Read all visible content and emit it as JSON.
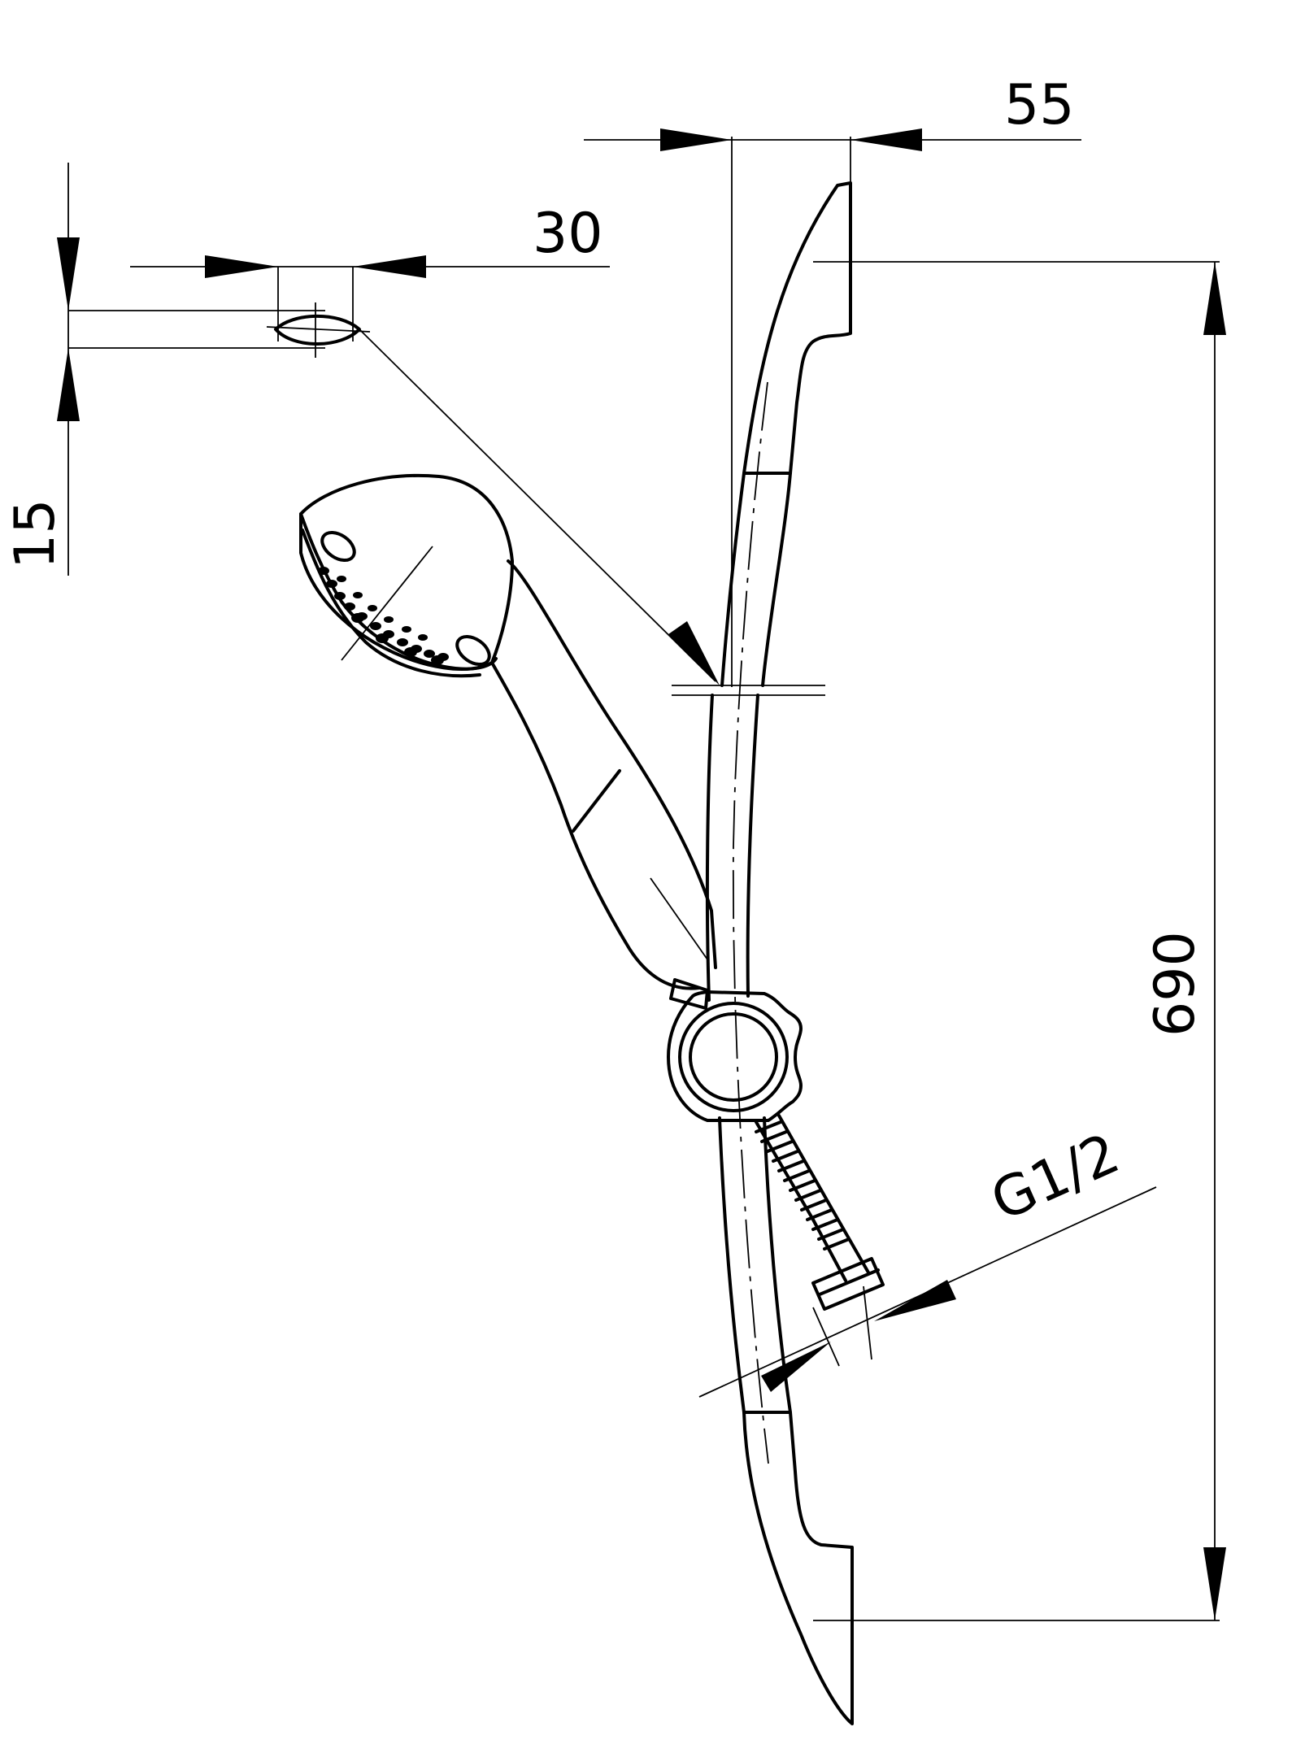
{
  "dimensions": {
    "bar_depth": "55",
    "section_width": "30",
    "section_height": "15",
    "bar_length": "690",
    "thread": "G1/2"
  }
}
